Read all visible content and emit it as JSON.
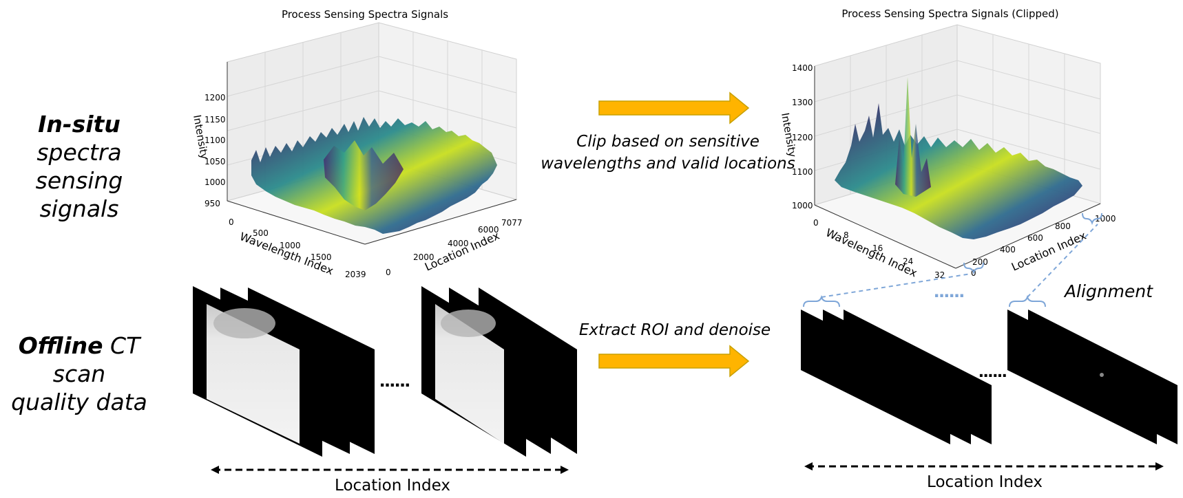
{
  "row_labels": {
    "insitu": {
      "bold": "In-situ",
      "rest_line1": " spectra",
      "line2": "sensing signals"
    },
    "offline": {
      "bold": "Offline",
      "rest_line1": " CT scan",
      "line2": "quality data"
    }
  },
  "captions": {
    "clip_line1": "Clip based on sensitive",
    "clip_line2": "wavelengths and valid locations",
    "extract": "Extract ROI and denoise",
    "alignment": "Alignment"
  },
  "plot_left": {
    "title": "Process Sensing Spectra Signals",
    "z_label": "Intensity",
    "x_label": "Wavelength Index",
    "y_label": "Location Index",
    "z_ticks": [
      "950",
      "1000",
      "1050",
      "1100",
      "1150",
      "1200"
    ],
    "x_ticks": [
      "0",
      "500",
      "1000",
      "1500",
      "2039"
    ],
    "y_ticks": [
      "0",
      "2000",
      "4000",
      "6000",
      "7077"
    ]
  },
  "plot_right": {
    "title": "Process Sensing Spectra Signals (Clipped)",
    "z_label": "Intensity",
    "x_label": "Wavelength Index",
    "y_label": "Location Index",
    "z_ticks": [
      "1000",
      "1100",
      "1200",
      "1300",
      "1400"
    ],
    "x_ticks": [
      "0",
      "8",
      "16",
      "24",
      "32"
    ],
    "y_ticks": [
      "0",
      "200",
      "400",
      "600",
      "800",
      "1000"
    ]
  },
  "location_index_label": "Location Index",
  "ellipsis": "......",
  "colors": {
    "arrow": "#FFB400",
    "arrow_border": "#C8A000",
    "dashed_link": "#7EA6D8",
    "surface_dark": "#3b1f5e",
    "surface_mid": "#2a8a8c",
    "surface_light": "#c8e020"
  }
}
